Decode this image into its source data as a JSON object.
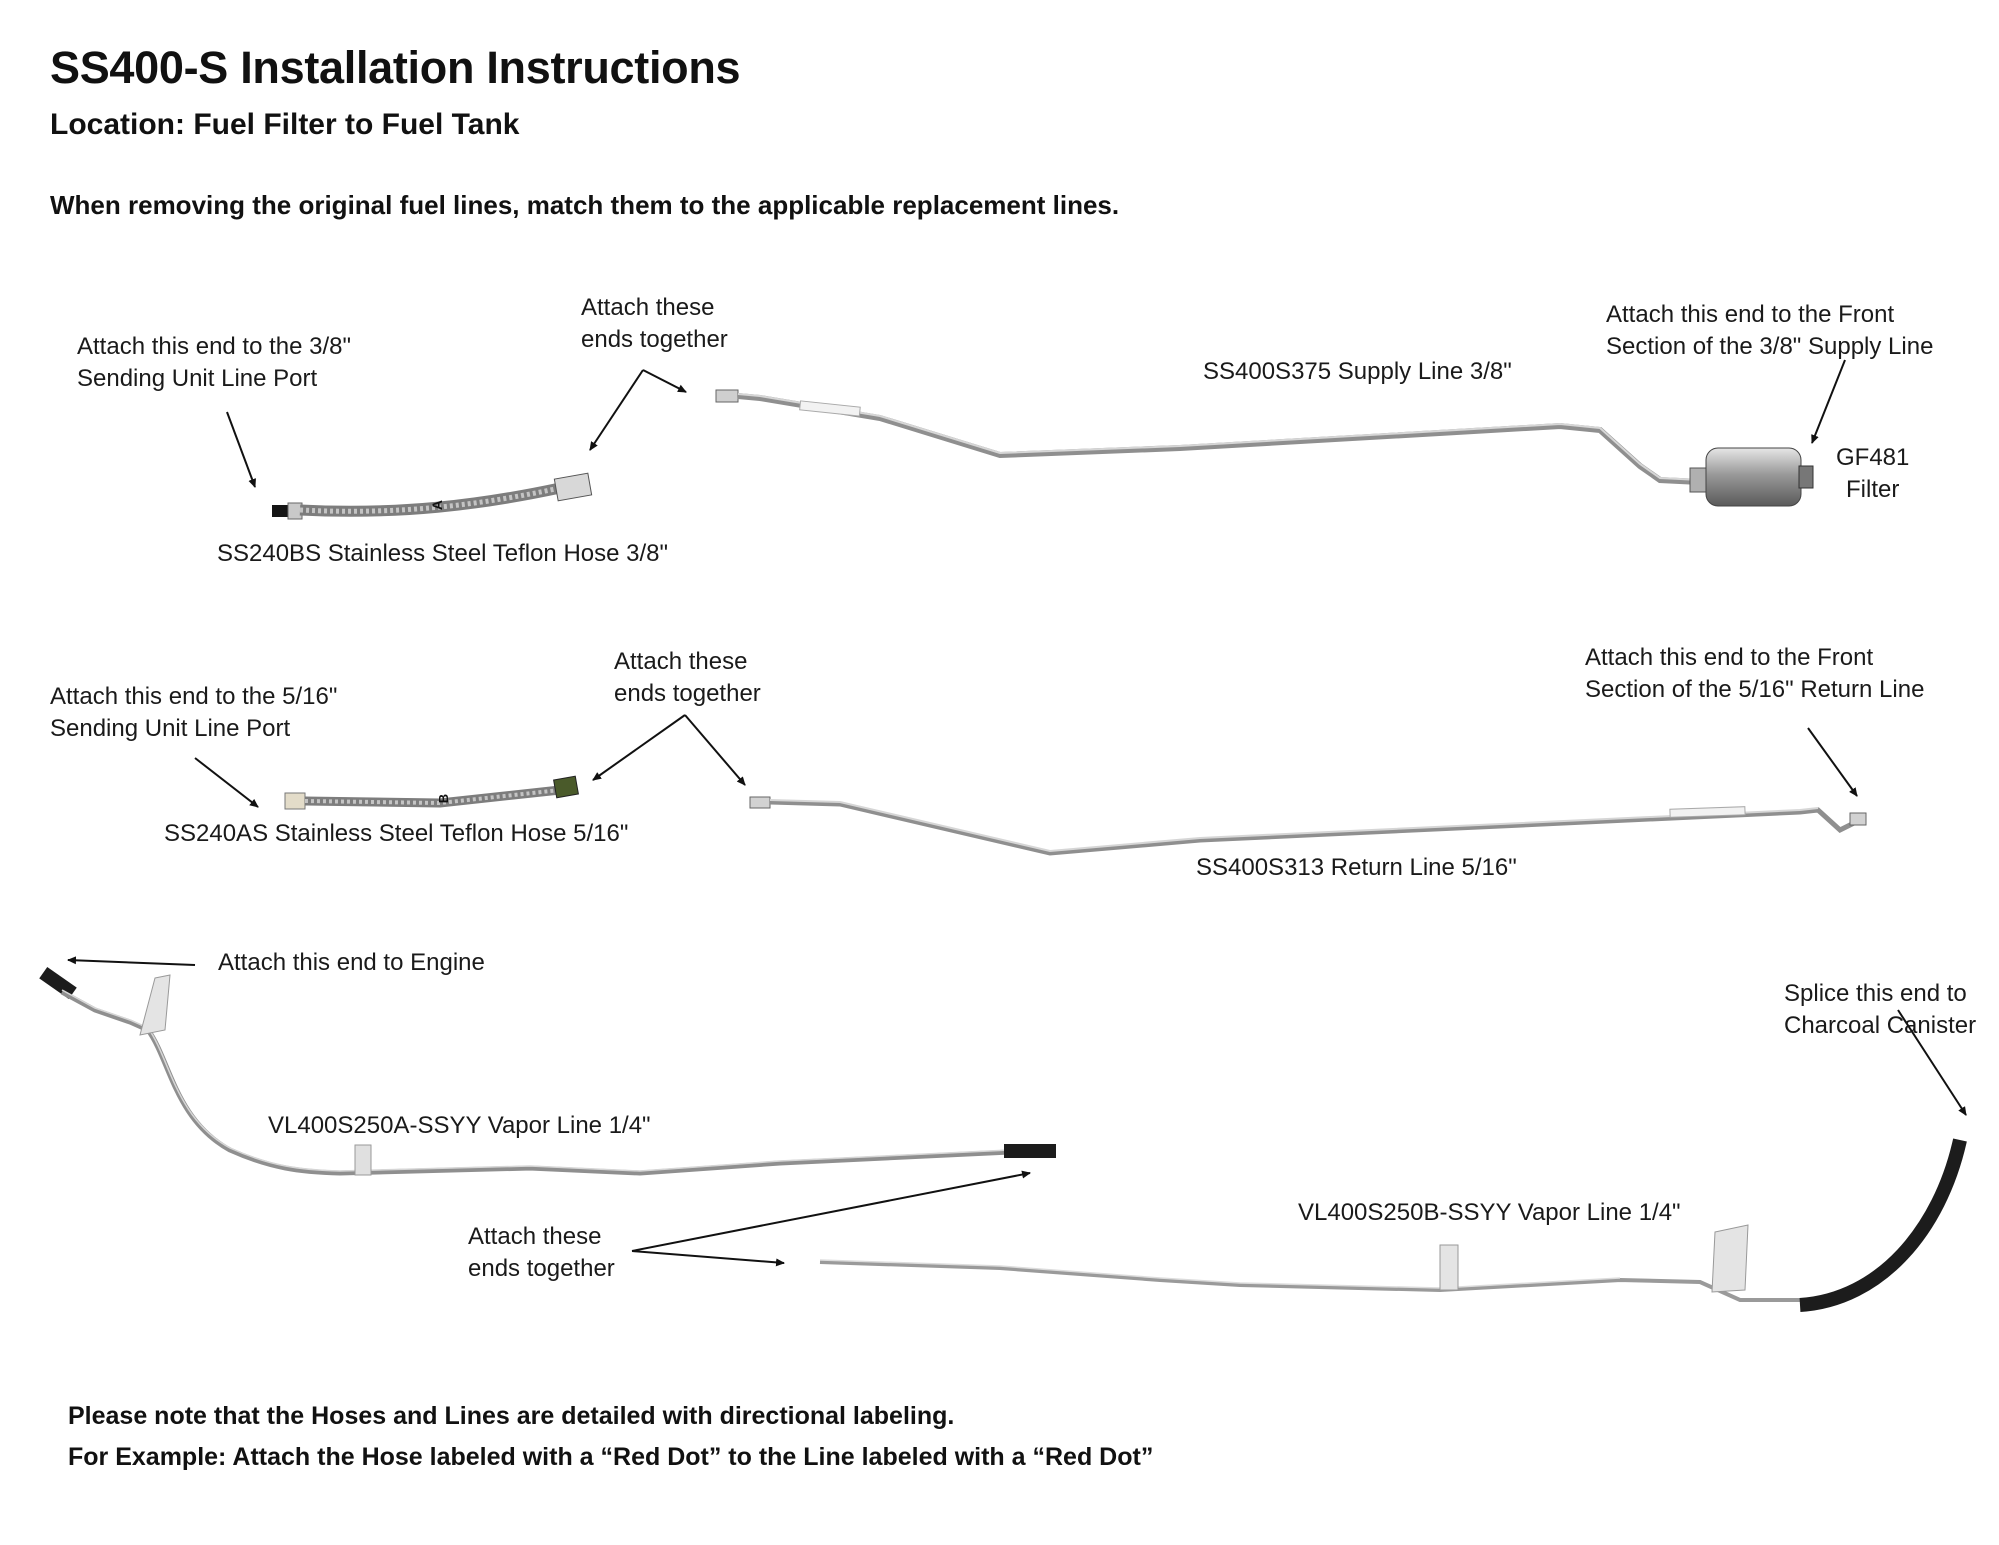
{
  "header": {
    "title": "SS400-S Installation Instructions",
    "location": "Location: Fuel Filter to Fuel Tank",
    "instruction": "When removing the original fuel lines, match them to the applicable replacement lines."
  },
  "supply": {
    "sending_port_note": "Attach this end to the 3/8\"\nSending Unit Line Port",
    "attach_together_note": "Attach these\nends together",
    "hose_label": "SS240BS Stainless Steel Teflon Hose 3/8\"",
    "hose_tag": "A",
    "line_label": "SS400S375 Supply Line 3/8\"",
    "front_section_note": "Attach this end to the Front\nSection of the 3/8\" Supply Line",
    "filter_label": "GF481\nFilter"
  },
  "return": {
    "sending_port_note": "Attach this end to the 5/16\"\nSending Unit Line Port",
    "attach_together_note": "Attach these\nends together",
    "hose_label": "SS240AS Stainless Steel Teflon Hose 5/16\"",
    "hose_tag": "B",
    "line_label": "SS400S313 Return Line 5/16\"",
    "front_section_note": "Attach this end to the Front\nSection of the 5/16\" Return Line"
  },
  "vapor": {
    "engine_note": "Attach this end to Engine",
    "line_a_label": "VL400S250A-SSYY Vapor Line 1/4\"",
    "attach_together_note": "Attach these\nends together",
    "line_b_label": "VL400S250B-SSYY Vapor Line 1/4\"",
    "canister_note": "Splice this end to\nCharcoal Canister"
  },
  "footer": {
    "note_line1": "Please note that the Hoses and Lines are detailed with directional labeling.",
    "note_line2": "For Example: Attach the Hose labeled with a “Red Dot” to the Line labeled with a “Red Dot”"
  },
  "colors": {
    "text": "#111111",
    "tube": "#8f8f8f",
    "braid": "#9a9a9a",
    "rubber": "#1c1c1c"
  }
}
